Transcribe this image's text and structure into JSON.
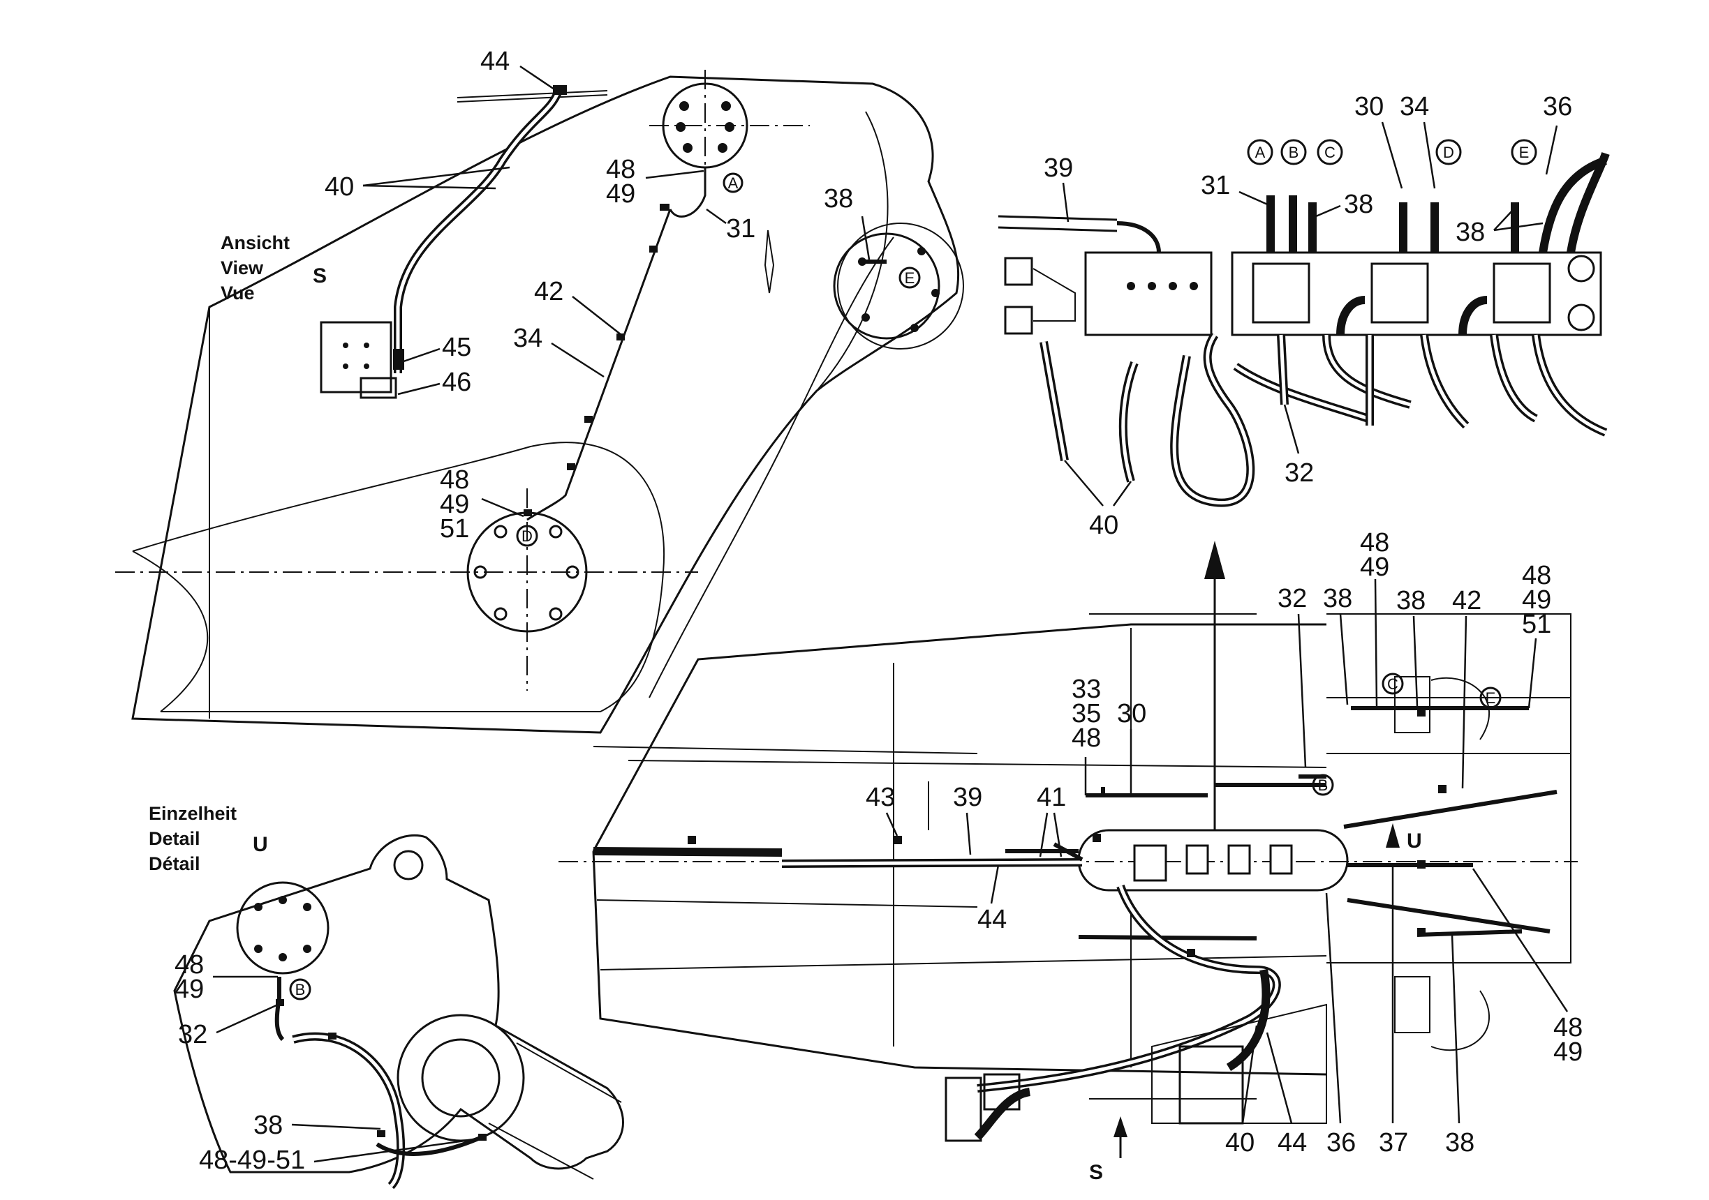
{
  "views": {
    "view_s": {
      "line1": "Ansicht",
      "line2": "View",
      "line3": "Vue",
      "letter": "S"
    },
    "detail_u": {
      "line1": "Einzelheit",
      "line2": "Detail",
      "line3": "Détail",
      "letter": "U"
    }
  },
  "markers": {
    "s": "S",
    "u": "U"
  },
  "circled": {
    "a": "A",
    "b": "B",
    "c": "C",
    "d": "D",
    "e": "E"
  },
  "callouts": {
    "n30": "30",
    "n31": "31",
    "n32": "32",
    "n33": "33",
    "n34": "34",
    "n35": "35",
    "n36": "36",
    "n37": "37",
    "n38": "38",
    "n39": "39",
    "n40": "40",
    "n41": "41",
    "n42": "42",
    "n43": "43",
    "n44": "44",
    "n45": "45",
    "n46": "46",
    "n48": "48",
    "n49": "49",
    "n51": "51",
    "n48_49_51": "48-49-51"
  },
  "colors": {
    "ink": "#111111",
    "paper": "#ffffff"
  }
}
